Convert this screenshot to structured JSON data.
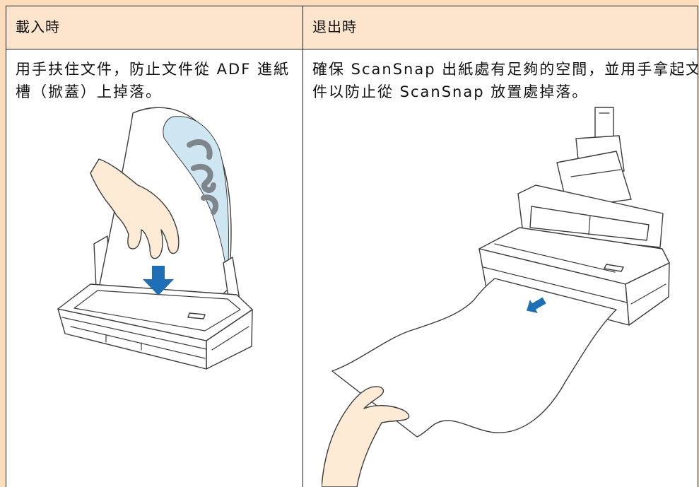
{
  "table": {
    "columns": [
      {
        "header": "載入時",
        "lines": [
          "用手扶住文件，防止文件從 ADF 進紙",
          "槽（掀蓋）上掉落。"
        ],
        "illustration": "scanner-loading-illustration"
      },
      {
        "header": "退出時",
        "lines": [
          "確保 ScanSnap 出紙處有足夠的空間，並用手拿起文",
          "件以防止從 ScanSnap 放置處掉落。"
        ],
        "illustration": "scanner-ejecting-illustration"
      }
    ]
  },
  "colors": {
    "page_background": "#FBDCBD",
    "header_background": "#FDE4CC",
    "cell_background": "#FFFFFF",
    "border": "#1E1E1E",
    "arrow": "#1F6FB6",
    "paper_accent": "#CFE7F2",
    "skin": "#FDEBD5",
    "line_art": "#3C3C3C",
    "print_marks": "#7F868B"
  }
}
